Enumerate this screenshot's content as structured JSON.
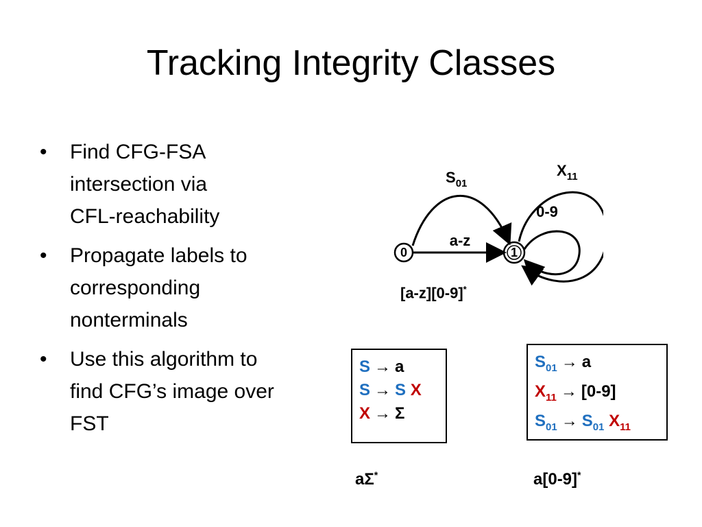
{
  "slide": {
    "title": "Tracking Integrity Classes",
    "bullets": [
      {
        "lines": [
          "Find CFG-FSA",
          "intersection via",
          "CFL-reachability"
        ]
      },
      {
        "lines": [
          "Propagate labels to",
          "corresponding",
          "nonterminals"
        ]
      },
      {
        "lines": [
          "Use this algorithm to",
          "find CFG’s image over",
          "FST"
        ]
      }
    ],
    "bullet_glyph": "•"
  },
  "fsa": {
    "states": [
      "0",
      "1"
    ],
    "edges": {
      "s01": {
        "base": "S",
        "sub": "01"
      },
      "x11": {
        "base": "X",
        "sub": "11"
      },
      "digits": "0-9",
      "letters": "a-z"
    },
    "regex": {
      "base": "[a-z][0-9]",
      "sup": "*"
    }
  },
  "grammar_left": {
    "rules": [
      {
        "lhs": "S",
        "rhs": "a"
      },
      {
        "lhs": "S",
        "rhs1": "S",
        "rhs2": "X"
      },
      {
        "lhs": "X",
        "rhs": "Σ"
      }
    ],
    "arrow": "→",
    "result": {
      "base": "aΣ",
      "sup": "*"
    }
  },
  "grammar_right": {
    "rules": [
      {
        "lhs": "S",
        "lhs_sub": "01",
        "rhs": "a"
      },
      {
        "lhs": "X",
        "lhs_sub": "11",
        "rhs": "[0-9]"
      },
      {
        "lhs": "S",
        "lhs_sub": "01",
        "rhs1": "S",
        "rhs1_sub": "01",
        "rhs2": "X",
        "rhs2_sub": "11"
      }
    ],
    "arrow": "→",
    "result": {
      "base": "a[0-9]",
      "sup": "*"
    }
  },
  "colors": {
    "terminal_blue": "#1f6fbf",
    "terminal_red": "#c00000"
  }
}
